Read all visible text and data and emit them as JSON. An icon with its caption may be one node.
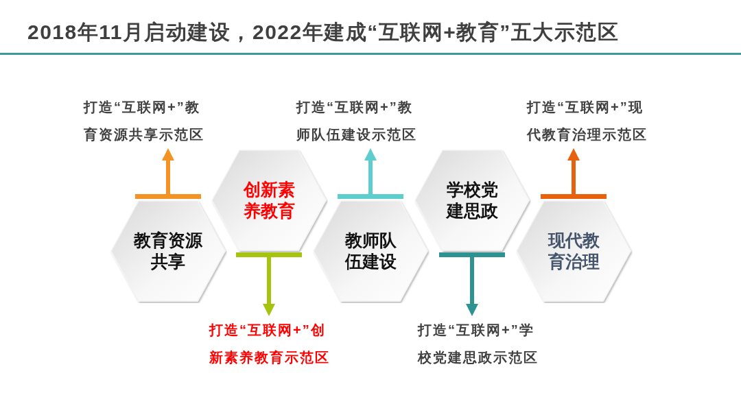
{
  "diagram": {
    "title": "2018年11月启动建设，2022年建成“互联网+教育”五大示范区",
    "nodes": [
      {
        "text": [
          "教育资源共享"
        ]
      },
      {
        "text": [
          "创新素养教育"
        ]
      },
      {
        "text": [
          "教师队伍建设"
        ]
      },
      {
        "text": [
          "学校党建思政"
        ]
      },
      {
        "text": [
          "现代教育治理"
        ]
      },
      {
        "text": [
          "打造“互联网+”教育资源共享示范区"
        ]
      },
      {
        "text": [
          "打造“互联网+”创新素养教育示范区"
        ]
      },
      {
        "text": [
          "打造“互联网+”教师队伍建设示范区"
        ]
      },
      {
        "text": [
          "打造“互联网+”学校党建思政示范区"
        ]
      },
      {
        "text": [
          "打造“互联网+”现代教育治理示范区"
        ]
      }
    ],
    "edges": [
      {
        "from": 0,
        "to": 5,
        "arrow": "to",
        "color": "#f39325"
      },
      {
        "from": 1,
        "to": 6,
        "arrow": "to",
        "color": "#a5c30f"
      },
      {
        "from": 2,
        "to": 7,
        "arrow": "to",
        "color": "#5ecdcd"
      },
      {
        "from": 3,
        "to": 8,
        "arrow": "to",
        "color": "#2e9292"
      },
      {
        "from": 4,
        "to": 9,
        "arrow": "to",
        "color": "#e8620e"
      }
    ]
  }
}
